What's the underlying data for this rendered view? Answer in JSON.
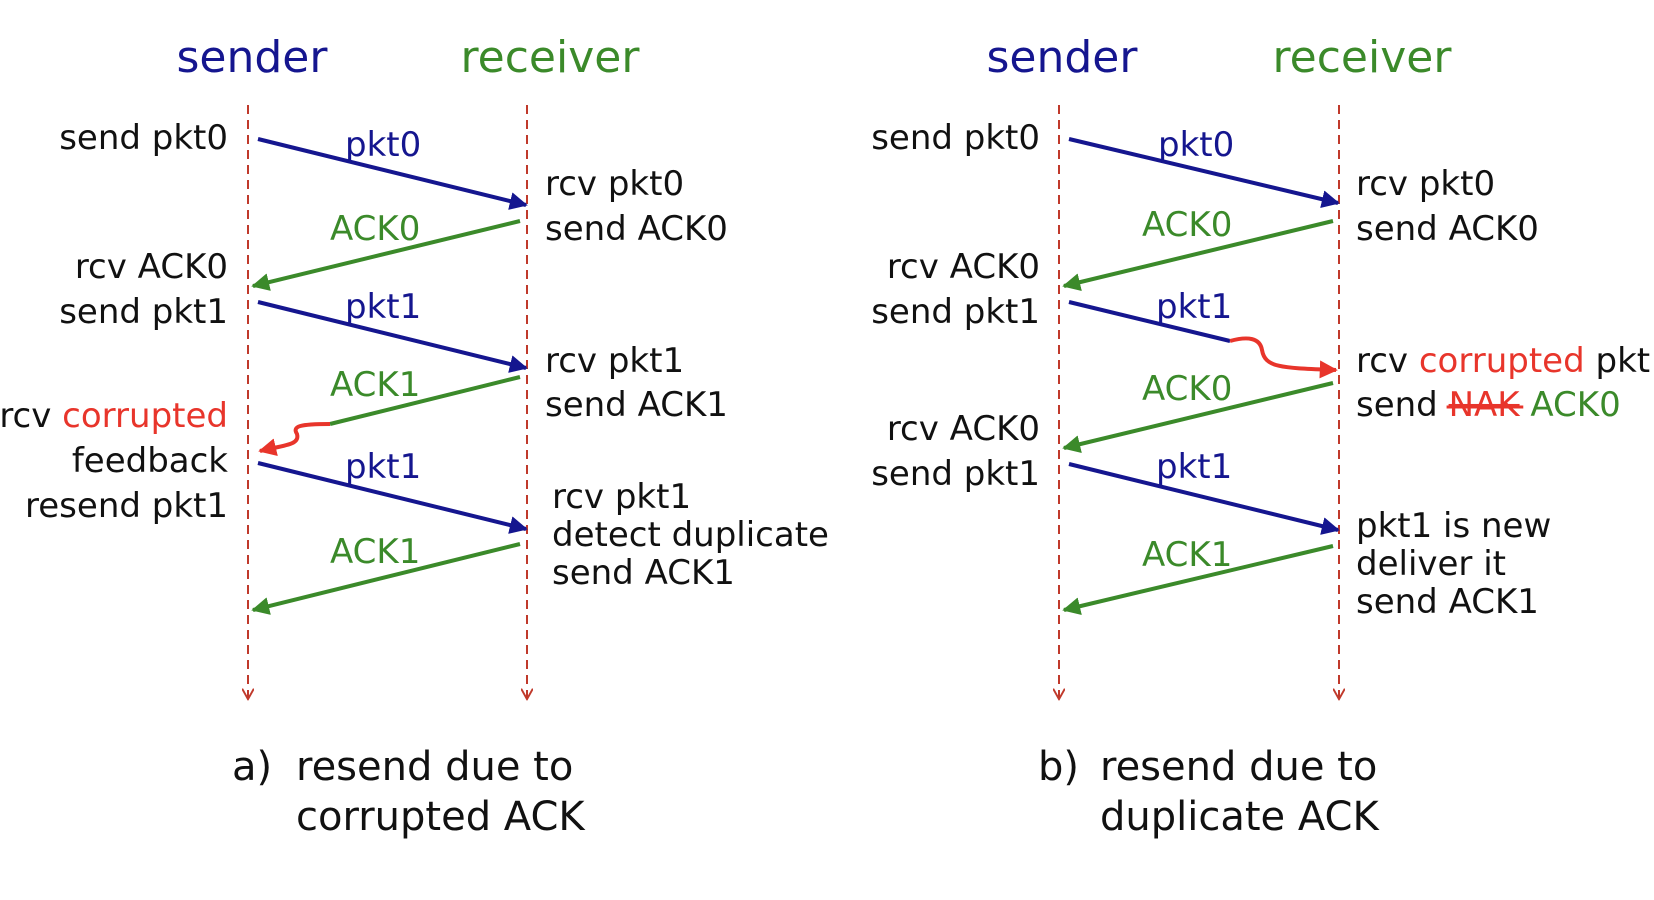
{
  "colors": {
    "sender": "#15168f",
    "receiver": "#3b8a2a",
    "corrupt": "#e8352b",
    "timeline": "#c0392b",
    "text": "#111111"
  },
  "panel_a": {
    "sender_title": "sender",
    "receiver_title": "receiver",
    "msgs": {
      "pkt0": "pkt0",
      "ack0": "ACK0",
      "pkt1": "pkt1",
      "ack1": "ACK1",
      "pkt1_resend": "pkt1",
      "ack1_second": "ACK1"
    },
    "sender_events": {
      "send_pkt0": "send pkt0",
      "rcv_ack0": "rcv ACK0",
      "send_pkt1": "send pkt1",
      "rcv_prefix": "rcv",
      "corrupted": "corrupted",
      "feedback": "feedback",
      "resend_pkt1": "resend pkt1"
    },
    "receiver_events": {
      "rcv_pkt0": "rcv pkt0",
      "send_ack0": "send ACK0",
      "rcv_pkt1": "rcv pkt1",
      "send_ack1": "send ACK1",
      "rcv_pkt1_b": "rcv pkt1",
      "detect_duplicate": "detect duplicate",
      "send_ack1_b": "send ACK1"
    },
    "caption": {
      "marker": "a)",
      "line1": "resend due to",
      "line2": "corrupted ACK"
    }
  },
  "panel_b": {
    "sender_title": "sender",
    "receiver_title": "receiver",
    "msgs": {
      "pkt0": "pkt0",
      "ack0": "ACK0",
      "pkt1": "pkt1",
      "ack0_second": "ACK0",
      "pkt1_resend": "pkt1",
      "ack1": "ACK1"
    },
    "sender_events": {
      "send_pkt0": "send pkt0",
      "rcv_ack0": "rcv ACK0",
      "send_pkt1": "send pkt1",
      "rcv_ack0_b": "rcv ACK0",
      "send_pkt1_b": "send pkt1"
    },
    "receiver_events": {
      "rcv_pkt0": "rcv pkt0",
      "send_ack0": "send ACK0",
      "rcv_prefix": "rcv",
      "corrupted": "corrupted",
      "pkt_suffix": "pkt",
      "send_prefix": "send",
      "nak": "NAK",
      "ack0": "ACK0",
      "pkt1_is_new": "pkt1 is new",
      "deliver_it": "deliver it",
      "send_ack1": "send ACK1"
    },
    "caption": {
      "marker": "b)",
      "line1": "resend due to",
      "line2": "duplicate ACK"
    }
  }
}
